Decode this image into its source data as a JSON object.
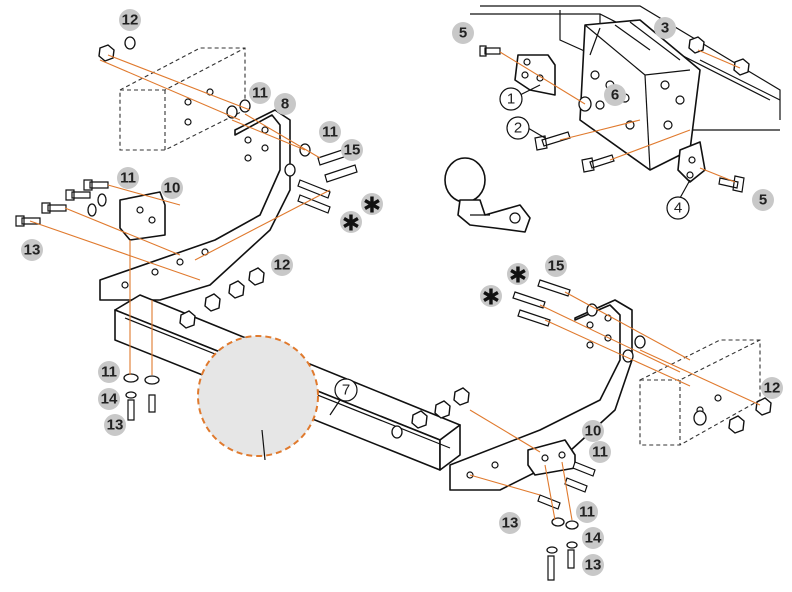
{
  "colors": {
    "leader_line": "#e07a2e",
    "badge_fill": "#c8c8c8",
    "highlight_fill": "#e6e6e6",
    "highlight_border": "#e07a2e",
    "line": "#111111"
  },
  "labels": {
    "p1": "1",
    "p2": "2",
    "p3": "3",
    "p4": "4",
    "p5a": "5",
    "p5b": "5",
    "p6": "6",
    "p7": "7",
    "p8": "8",
    "p10a": "10",
    "p10b": "10",
    "p11a": "11",
    "p11b": "11",
    "p11c": "11",
    "p11d": "11",
    "p11e": "11",
    "p11f": "11",
    "p12a": "12",
    "p12b": "12",
    "p12c": "12",
    "p13a": "13",
    "p13b": "13",
    "p13c": "13",
    "p13d": "13",
    "p14a": "14",
    "p14b": "14",
    "p15a": "15",
    "p15b": "15"
  },
  "star_icon": "asterisk-icon"
}
